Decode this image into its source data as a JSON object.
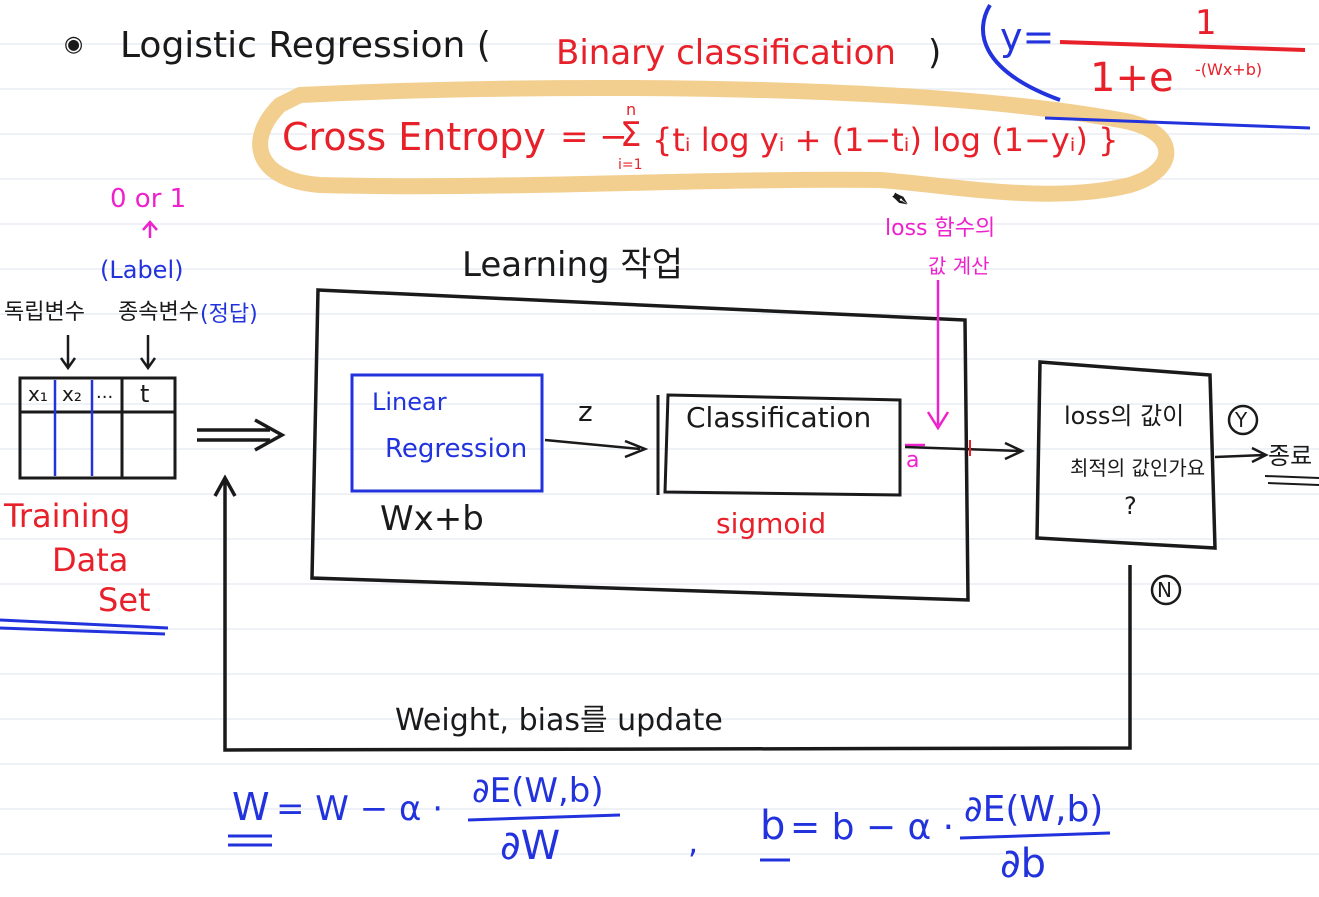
{
  "colors": {
    "red": "#e8202a",
    "blue": "#2233dd",
    "magenta": "#ee22cc",
    "black": "#1a1a1a",
    "highlight": "#f3cf8f"
  },
  "title": {
    "bullet_icon": "circle-bullet-icon",
    "main": "Logistic  Regression (",
    "sub": "Binary classification",
    ")": ")"
  },
  "sigmoid_formula": {
    "lhs": "y=",
    "numerator": "1",
    "denominator": "1+e",
    "exponent": "-(Wx+b)"
  },
  "cross_entropy": {
    "label": "Cross Entropy",
    "formula": "= − Σ { t",
    "sum_top": "n",
    "sum_bottom": "i=1",
    "body": "{tᵢ log yᵢ + (1−tᵢ) log (1−yᵢ) }"
  },
  "loss_note": {
    "line1": "loss 함수의",
    "line2": "값 계산"
  },
  "label_note": {
    "top": "0 or 1",
    "label": "(Label)"
  },
  "variables": {
    "independent": "독립변수",
    "dependent": "종속변수",
    "answer": "(정답)"
  },
  "table": {
    "headers": [
      "x₁",
      "x₂",
      "...",
      "t"
    ]
  },
  "training_set": {
    "l1": "Training",
    "l2": "Data",
    "l3": "Set"
  },
  "learning_label": "Learning 작업",
  "linear": {
    "l1": "Linear",
    "l2": "Regression",
    "expr": "Wx+b"
  },
  "z_label": "z",
  "classification": {
    "label": "Classification",
    "sub": "sigmoid",
    "out": "a"
  },
  "loss_check": {
    "l1": "loss의 값이",
    "l2": "최적의 값인가요",
    "l3": "?"
  },
  "yes": {
    "mark": "Y",
    "text": "종료"
  },
  "no": {
    "mark": "N"
  },
  "update": "Weight, bias를 update",
  "w_update": {
    "lhs": "W",
    "eq": "= W − α ·",
    "num": "∂E(W,b)",
    "den": "∂W"
  },
  "b_update": {
    "lhs": "b",
    "eq": "= b − α ·",
    "num": "∂E(W,b)",
    "den": "∂b",
    "sep": ","
  }
}
